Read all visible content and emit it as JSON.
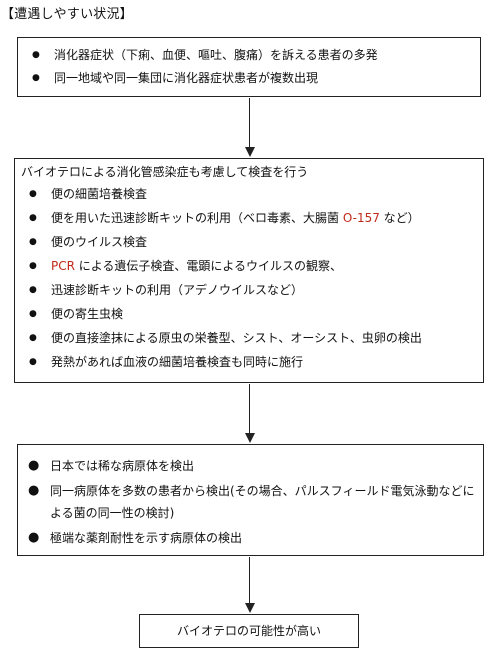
{
  "heading": "【遭遇しやすい状況】",
  "box1": {
    "items": [
      "消化器症状（下痢、血便、嘔吐、腹痛）を訴える患者の多発",
      "同一地域や同一集団に消化器症状患者が複数出現"
    ]
  },
  "box2": {
    "intro": "バイオテロによる消化管感染症も考慮して検査を行う",
    "items": [
      {
        "text": "便の細菌培養検査"
      },
      {
        "text": "便を用いた迅速診断キットの利用（ベロ毒素、大腸菌 O-157 など）",
        "highlight": "O-157"
      },
      {
        "text": "便のウイルス検査"
      },
      {
        "text": "PCR による遺伝子検査、電顕によるウイルスの観察、",
        "highlight": "PCR"
      },
      {
        "text": "迅速診断キットの利用（アデノウイルスなど）"
      },
      {
        "text": "便の寄生虫検"
      },
      {
        "text": "便の直接塗抹による原虫の栄養型、シスト、オーシスト、虫卵の検出"
      },
      {
        "text": "発熱があれば血液の細菌培養検査も同時に施行"
      }
    ]
  },
  "box3": {
    "items": [
      "日本では稀な病原体を検出",
      "同一病原体を多数の患者から検出(その場合、パルスフィールド電気泳動などによる菌の同一性の検討)",
      "極端な薬剤耐性を示す病原体の検出"
    ]
  },
  "box4": {
    "text": "バイオテロの可能性が高い"
  },
  "colors": {
    "highlight": "#c02a1a",
    "line": "#222222"
  }
}
